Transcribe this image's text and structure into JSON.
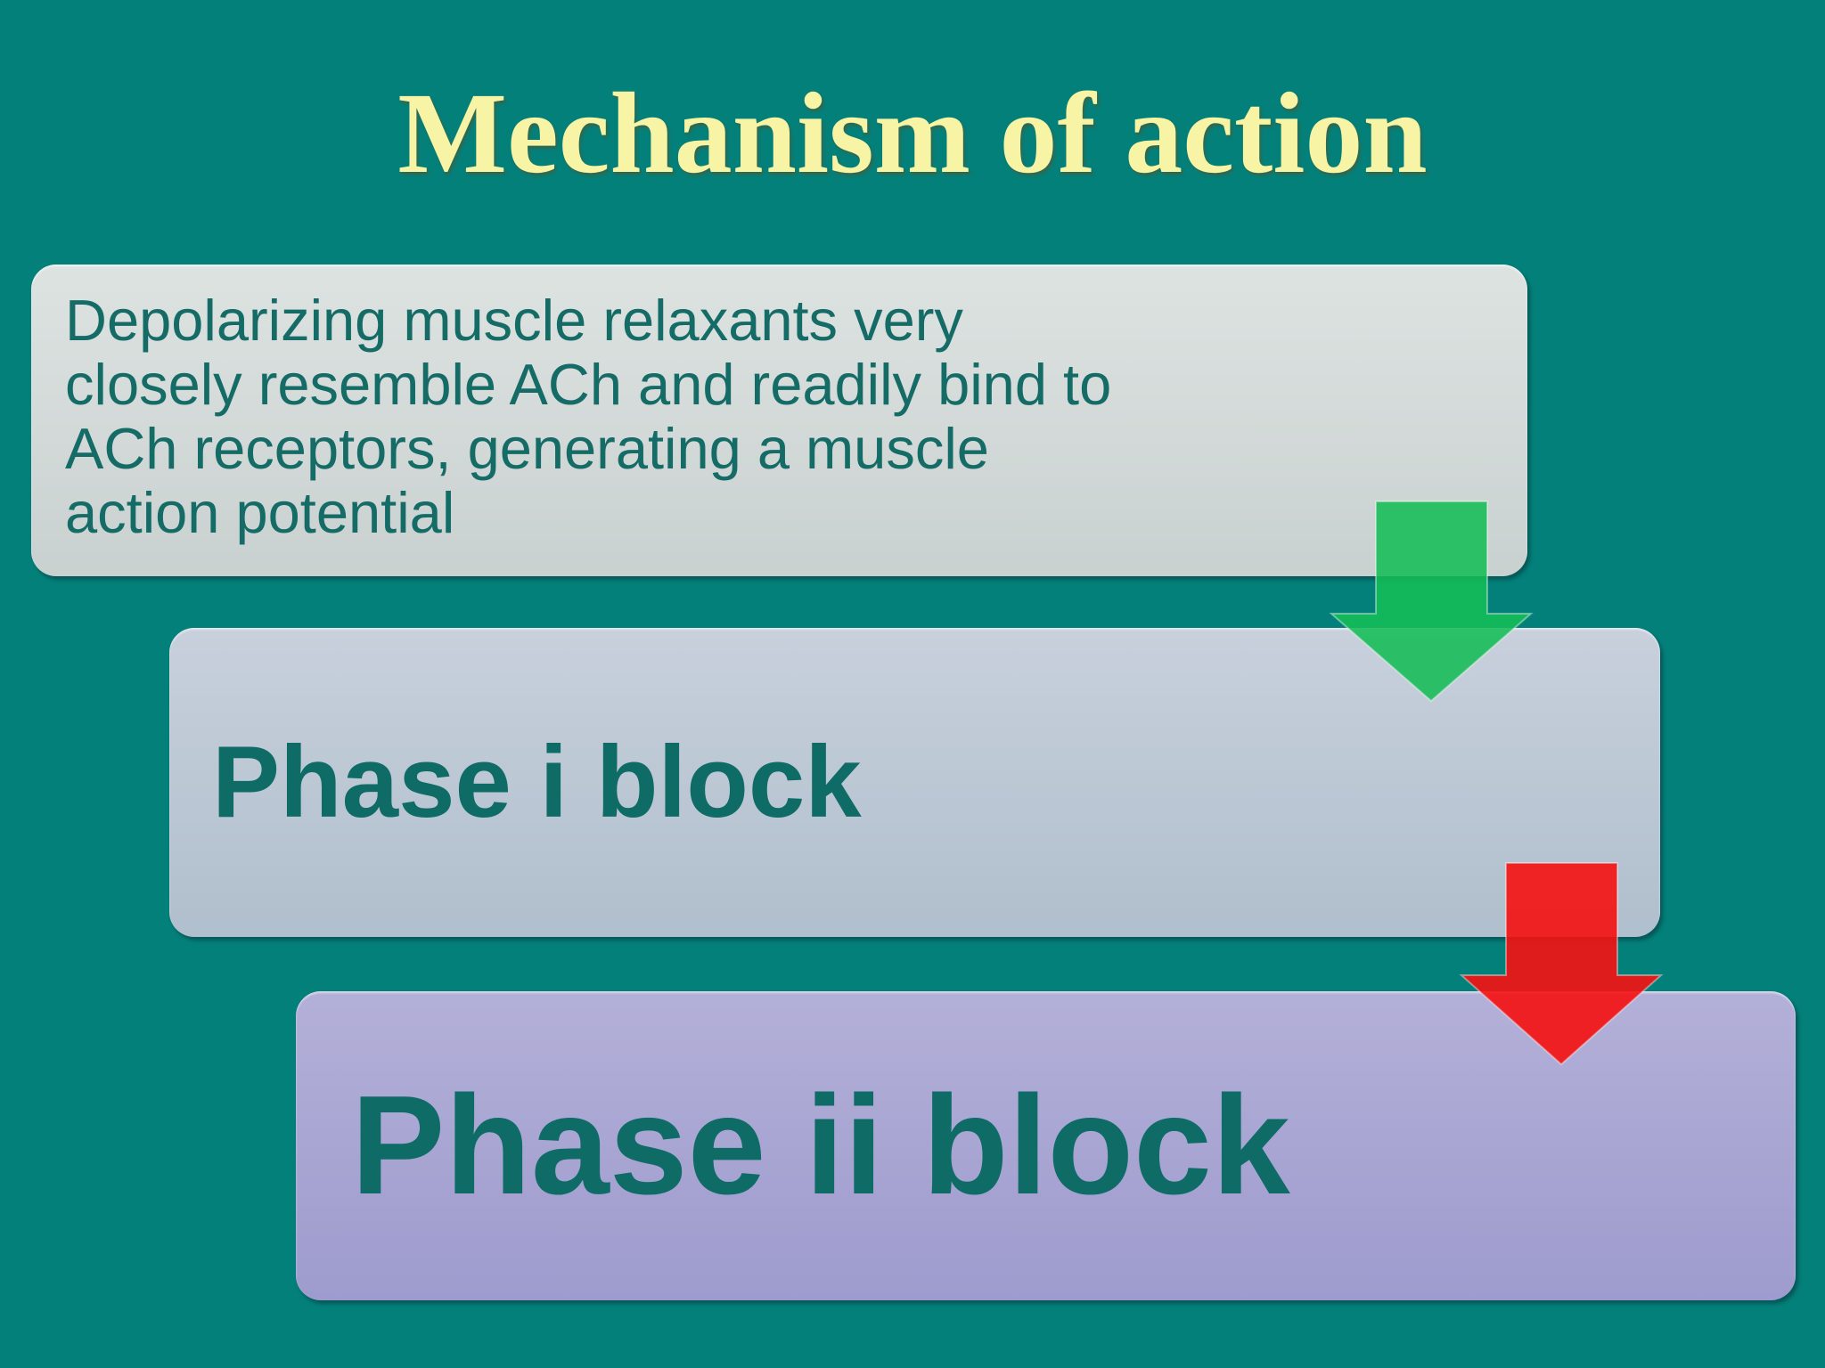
{
  "slide": {
    "title": "Mechanism of action"
  },
  "intro_box": {
    "lines": [
      "Depolarizing muscle relaxants very",
      "closely resemble ACh and readily bind to",
      "ACh receptors, generating a muscle",
      "action potential"
    ]
  },
  "phase1_box": {
    "label": "Phase i block"
  },
  "phase2_box": {
    "label": "Phase ii block"
  },
  "icons": {
    "green_arrow": "down-arrow",
    "red_arrow": "down-arrow"
  },
  "colors": {
    "background": "#04807a",
    "title_text": "#f7f4a6",
    "body_text": "#156b66",
    "phase_text": "#0e6b66",
    "green_arrow": "#15bd57",
    "red_arrow": "#f51111",
    "intro_box_top": "#dde3e1",
    "intro_box_bottom": "#c9d1d0",
    "phase1_box_top": "#c8d0dc",
    "phase1_box_bottom": "#b0bfcd",
    "phase2_box_top": "#b3b0d8",
    "phase2_box_bottom": "#9e9bce"
  }
}
